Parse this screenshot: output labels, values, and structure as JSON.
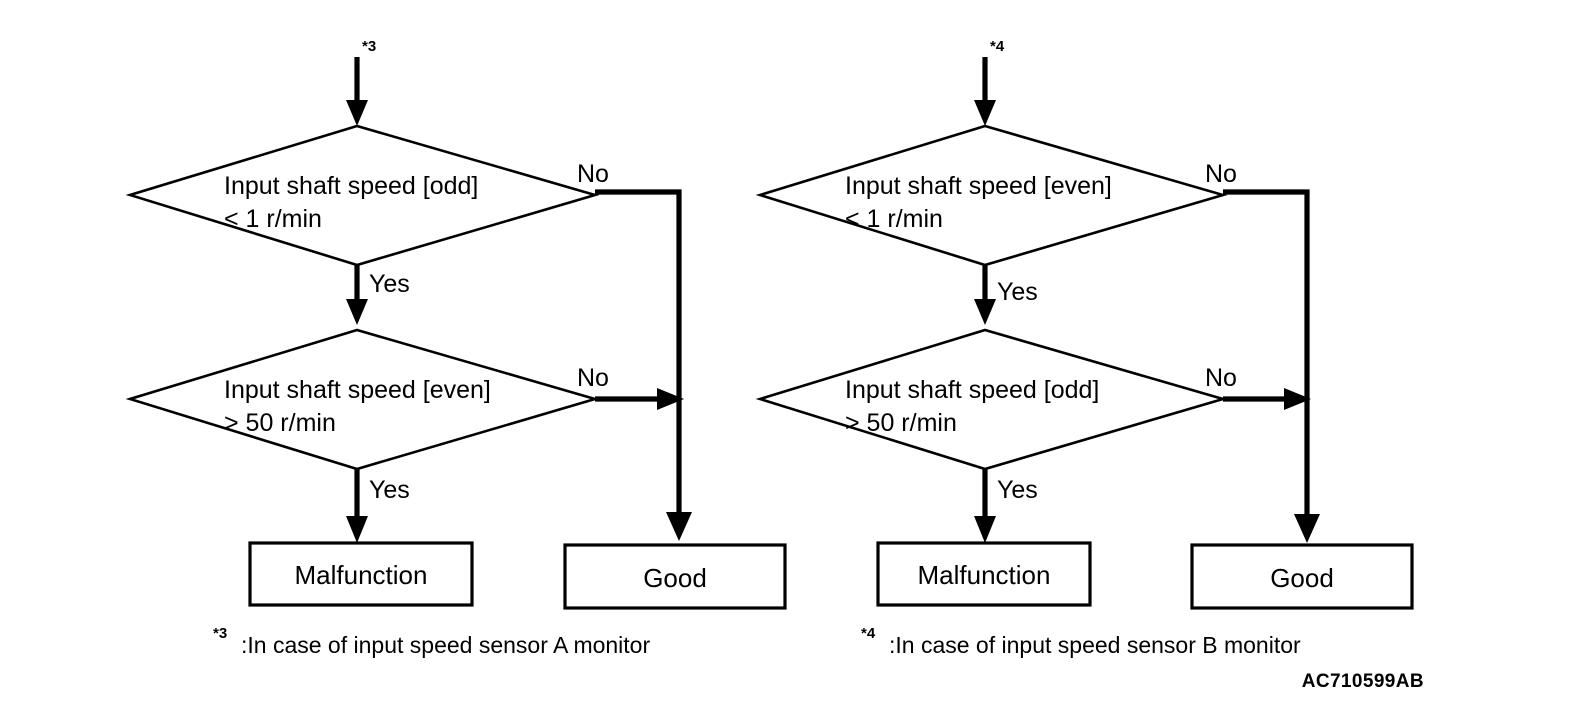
{
  "diagram": {
    "type": "flowchart",
    "reference_code": "AC710599AB",
    "charts": [
      {
        "id": "sensor-a",
        "entry_marker": "*3",
        "caption_mark": "*3",
        "caption_text": ":In case of input speed sensor A monitor",
        "nodes": [
          {
            "id": "decision-1",
            "shape": "diamond",
            "line1": "Input shaft speed [odd]",
            "line2": "< 1 r/min",
            "yes_label": "Yes",
            "no_label": "No"
          },
          {
            "id": "decision-2",
            "shape": "diamond",
            "line1": "Input shaft speed [even]",
            "line2": "> 50 r/min",
            "yes_label": "Yes",
            "no_label": "No"
          },
          {
            "id": "terminal-malfunction",
            "shape": "rect",
            "label": "Malfunction"
          },
          {
            "id": "terminal-good",
            "shape": "rect",
            "label": "Good"
          }
        ]
      },
      {
        "id": "sensor-b",
        "entry_marker": "*4",
        "caption_mark": "*4",
        "caption_text": ":In case of input speed sensor B monitor",
        "nodes": [
          {
            "id": "decision-1",
            "shape": "diamond",
            "line1": "Input shaft speed [even]",
            "line2": "< 1 r/min",
            "yes_label": "Yes",
            "no_label": "No"
          },
          {
            "id": "decision-2",
            "shape": "diamond",
            "line1": "Input shaft speed [odd]",
            "line2": "> 50 r/min",
            "yes_label": "Yes",
            "no_label": "No"
          },
          {
            "id": "terminal-malfunction",
            "shape": "rect",
            "label": "Malfunction"
          },
          {
            "id": "terminal-good",
            "shape": "rect",
            "label": "Good"
          }
        ]
      }
    ],
    "colors": {
      "stroke": "#000000",
      "fill": "#ffffff",
      "text": "#000000"
    }
  }
}
